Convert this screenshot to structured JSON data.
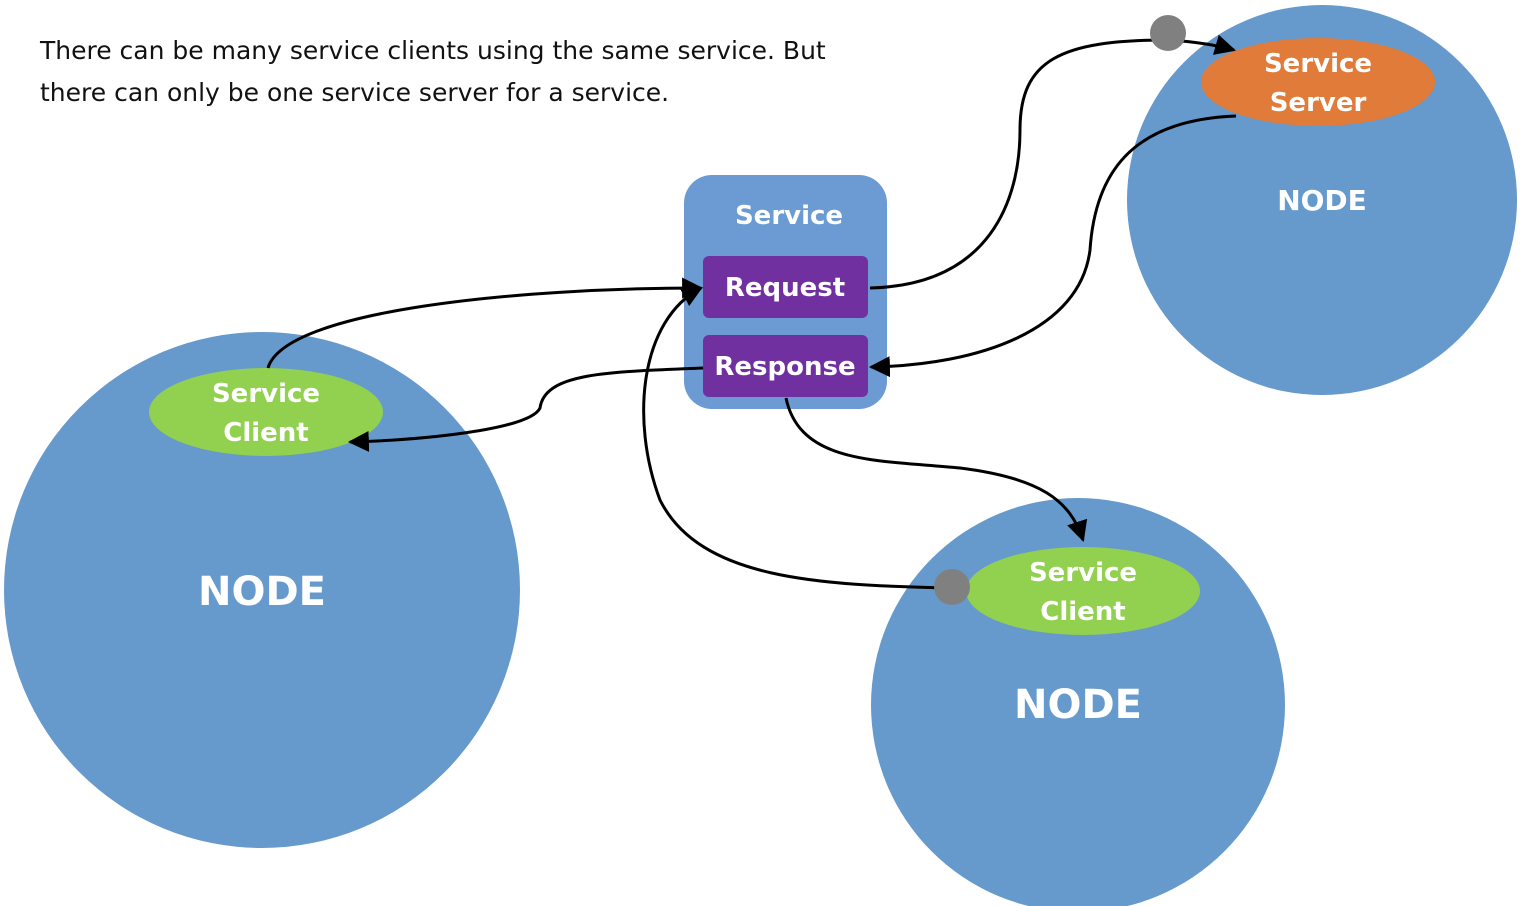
{
  "caption": {
    "line1": "There can be many service clients using the same service. But",
    "line2": "there can only be one service server for a service."
  },
  "service": {
    "title": "Service",
    "request": "Request",
    "response": "Response"
  },
  "nodes": {
    "top_right": {
      "label": "NODE",
      "component_line1": "Service",
      "component_line2": "Server"
    },
    "left": {
      "label": "NODE",
      "component_line1": "Service",
      "component_line2": "Client"
    },
    "bottom": {
      "label": "NODE",
      "component_line1": "Service",
      "component_line2": "Client"
    }
  },
  "colors": {
    "node": "#6699cc",
    "service_box": "#6b9bd2",
    "message_box": "#7030a0",
    "server": "#e07b39",
    "client": "#92d050",
    "port": "#808080",
    "arrow": "#000000"
  }
}
